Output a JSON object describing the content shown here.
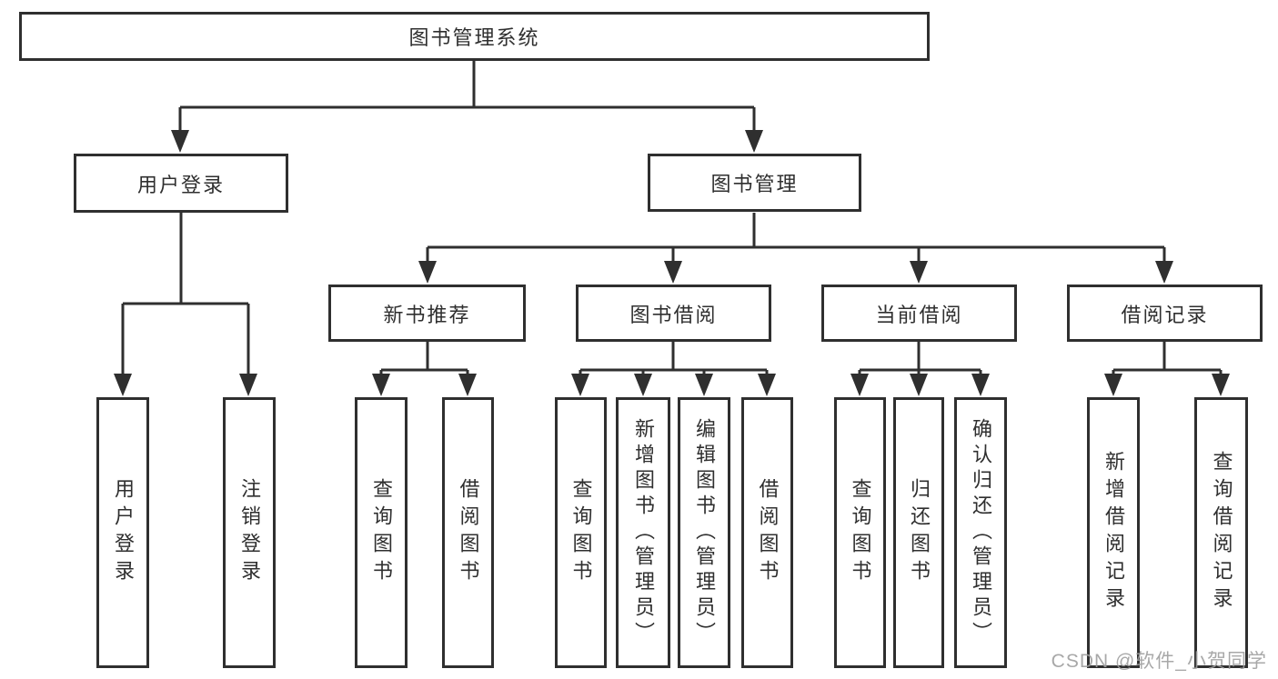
{
  "diagram": {
    "root": {
      "label": "图书管理系统"
    },
    "branches": [
      {
        "label": "用户登录",
        "children": [
          {
            "label": "用户登录"
          },
          {
            "label": "注销登录"
          }
        ]
      },
      {
        "label": "图书管理",
        "children": [
          {
            "label": "新书推荐",
            "children": [
              {
                "label": "查询图书"
              },
              {
                "label": "借阅图书"
              }
            ]
          },
          {
            "label": "图书借阅",
            "children": [
              {
                "label": "查询图书"
              },
              {
                "label": "新增图书（管理员）"
              },
              {
                "label": "编辑图书（管理员）"
              },
              {
                "label": "借阅图书"
              }
            ]
          },
          {
            "label": "当前借阅",
            "children": [
              {
                "label": "查询图书"
              },
              {
                "label": "归还图书"
              },
              {
                "label": "确认归还（管理员）"
              }
            ]
          },
          {
            "label": "借阅记录",
            "children": [
              {
                "label": "新增借阅记录"
              },
              {
                "label": "查询借阅记录"
              }
            ]
          }
        ]
      }
    ]
  },
  "watermark": {
    "text": "CSDN @软件_小贺同学"
  },
  "colors": {
    "line": "#2f2f2f",
    "text": "#2f2f2f",
    "background": "#ffffff",
    "watermark": "#9e9e9e"
  }
}
